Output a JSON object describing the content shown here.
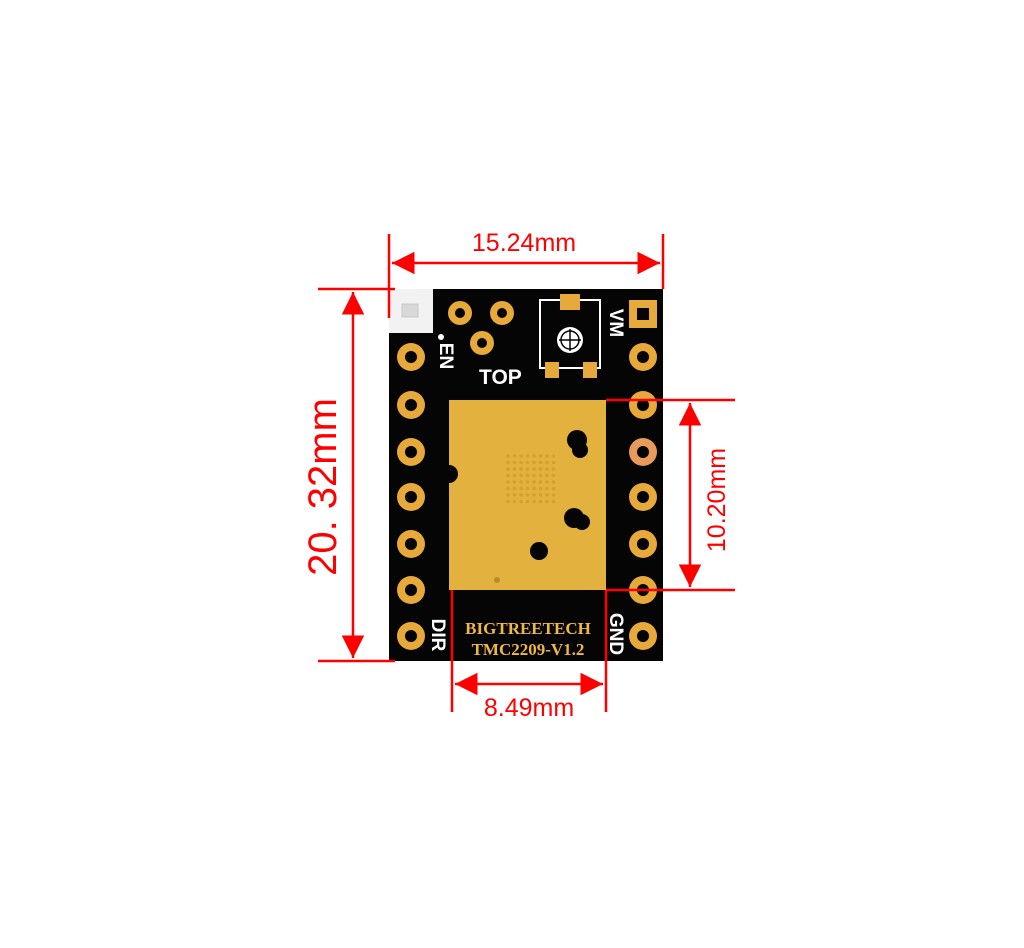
{
  "dimensions": {
    "board_width": "15.24mm",
    "board_height": "20. 32mm",
    "heatsink_height": "10.20mm",
    "heatsink_width": "8.49mm"
  },
  "silkscreen": {
    "en": "EN",
    "top": "TOP",
    "vm": "VM",
    "dir": "DIR",
    "gnd": "GND",
    "brand": "BIGTREETECH",
    "model": "TMC2209-V1.2"
  },
  "colors": {
    "dimension": "#ff0000",
    "board": "#050505",
    "pad_gold": "#e6a93a",
    "heatsink": "#e3b23e",
    "silkscreen": "#ffffff",
    "brand_text": "#f0b840"
  }
}
